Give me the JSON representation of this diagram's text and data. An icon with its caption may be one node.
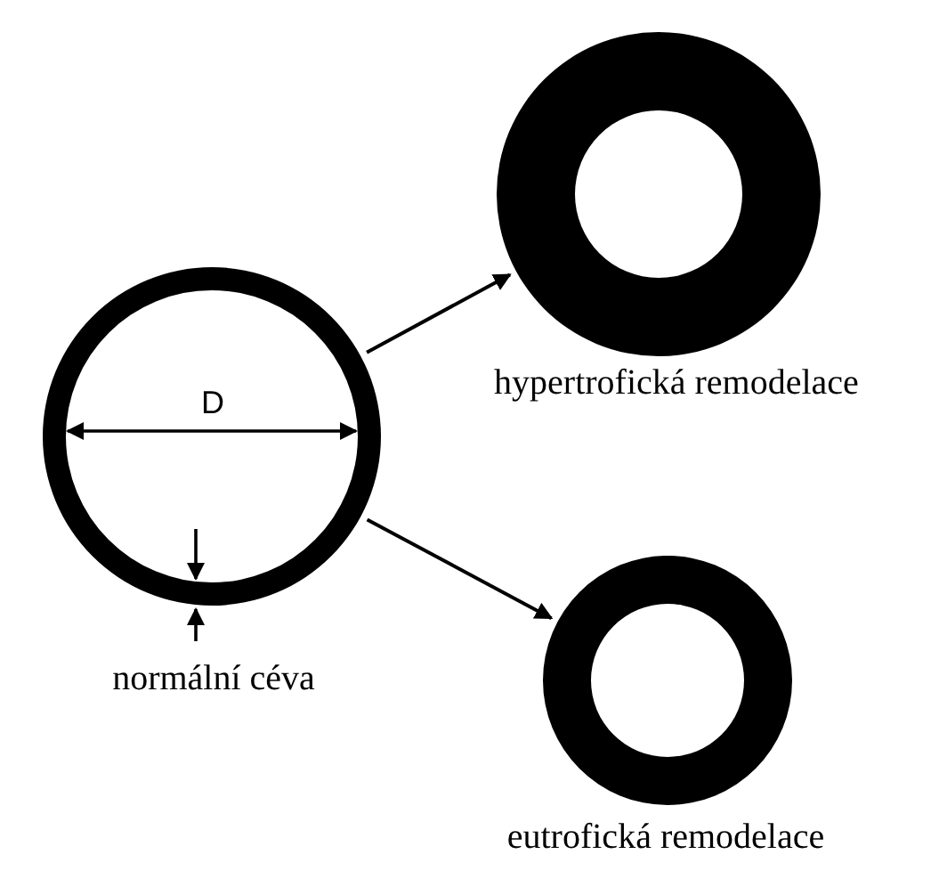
{
  "diagram": {
    "nodes": [
      {
        "text": [
          "normální céva"
        ]
      },
      {
        "text": [
          "hypertrofická remodelace"
        ]
      },
      {
        "text": [
          "eutrofická remodelace"
        ]
      }
    ],
    "edges": [
      {
        "from": 0,
        "to": 1,
        "arrow": "to"
      },
      {
        "from": 0,
        "to": 2,
        "arrow": "to"
      }
    ],
    "labels": [
      "D"
    ]
  }
}
